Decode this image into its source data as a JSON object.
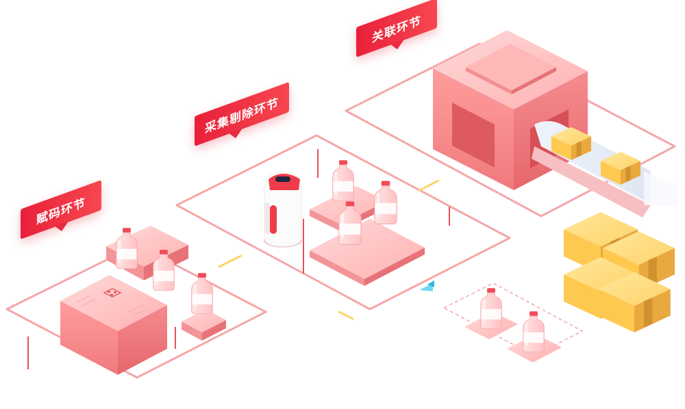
{
  "stages": [
    {
      "id": "coding",
      "label": "赋码环节"
    },
    {
      "id": "collect",
      "label": "采集剔除环节"
    },
    {
      "id": "associate",
      "label": "关联环节"
    }
  ],
  "colors": {
    "accent": "#ee3043",
    "platform_line": "#f4a3a6",
    "block_light": "#ffc6c6",
    "block_mid": "#f99595",
    "block_dark": "#e66a6e",
    "box_light": "#ffe08a",
    "box_dark": "#e7a43c"
  }
}
